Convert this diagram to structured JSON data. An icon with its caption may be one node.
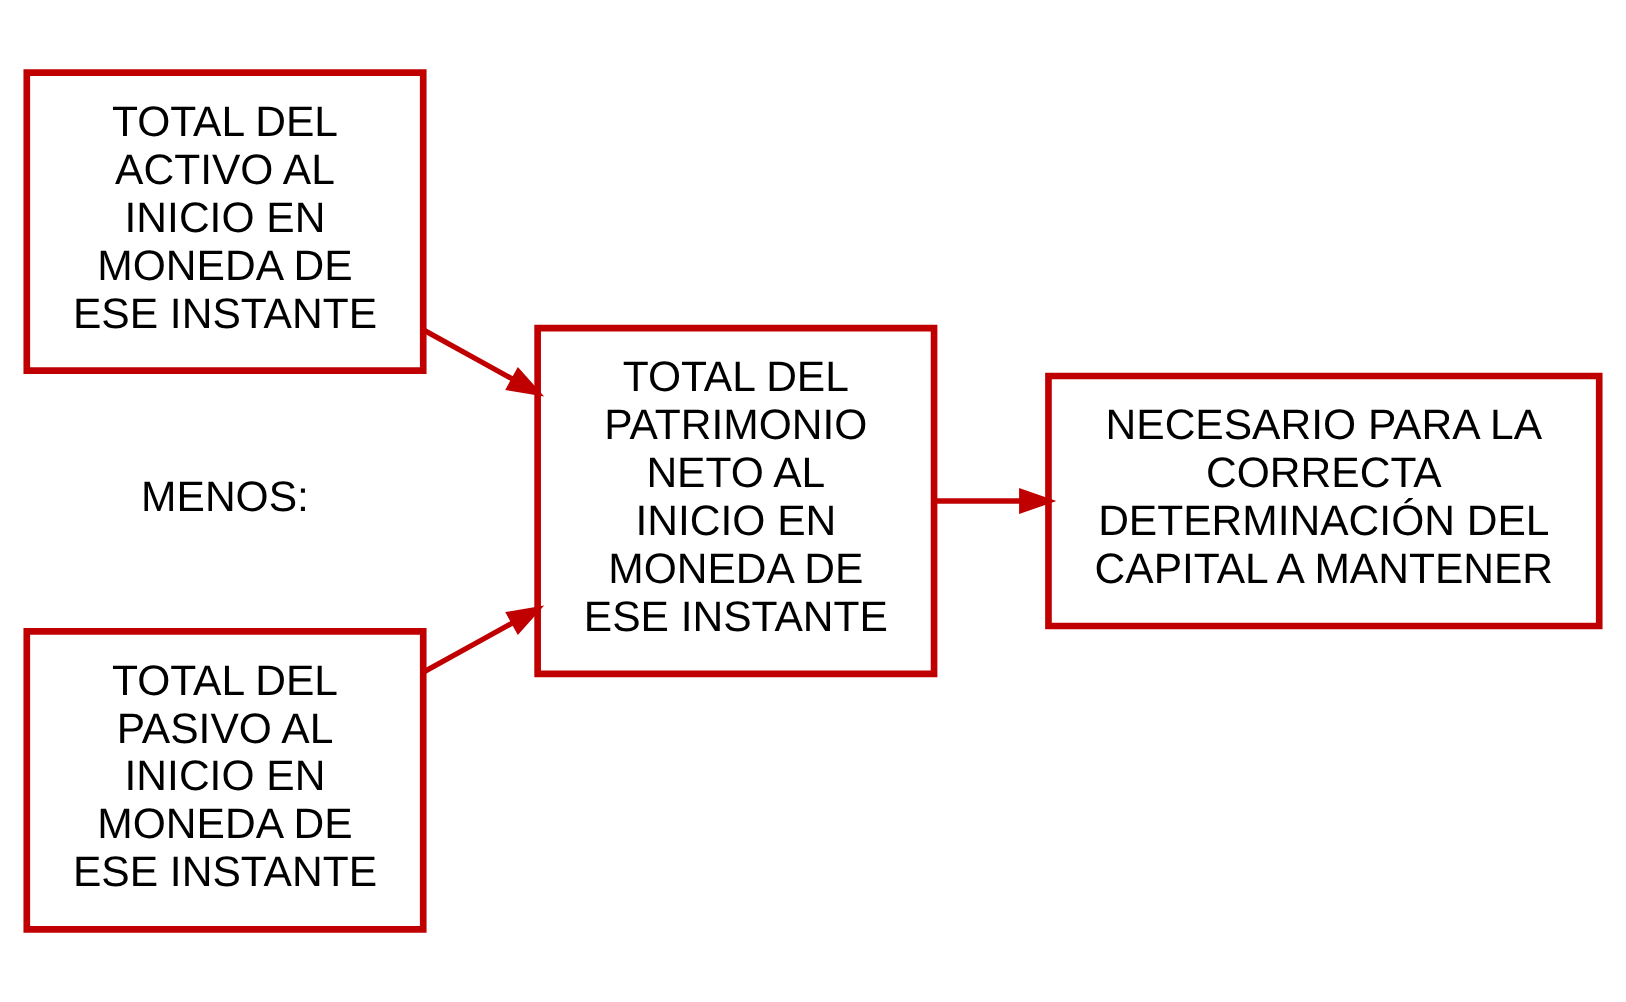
{
  "diagram": {
    "nodes": [
      {
        "text": [
          "TOTAL DEL ACTIVO AL INICIO EN MONEDA DE ESE INSTANTE"
        ]
      },
      {
        "text": [
          "TOTAL DEL PASIVO AL INICIO EN MONEDA DE ESE INSTANTE"
        ]
      },
      {
        "text": [
          "TOTAL DEL PATRIMONIO NETO AL INICIO EN MONEDA DE ESE INSTANTE"
        ]
      },
      {
        "text": [
          "NECESARIO PARA LA CORRECTA DETERMINACIÓN DEL CAPITAL A MANTENER"
        ]
      }
    ],
    "edges": [
      {
        "from": 0,
        "to": 2,
        "arrow": "to"
      },
      {
        "from": 1,
        "to": 2,
        "arrow": "to"
      },
      {
        "from": 2,
        "to": 3,
        "arrow": "to"
      }
    ],
    "labels": [
      "MENOS:"
    ]
  }
}
